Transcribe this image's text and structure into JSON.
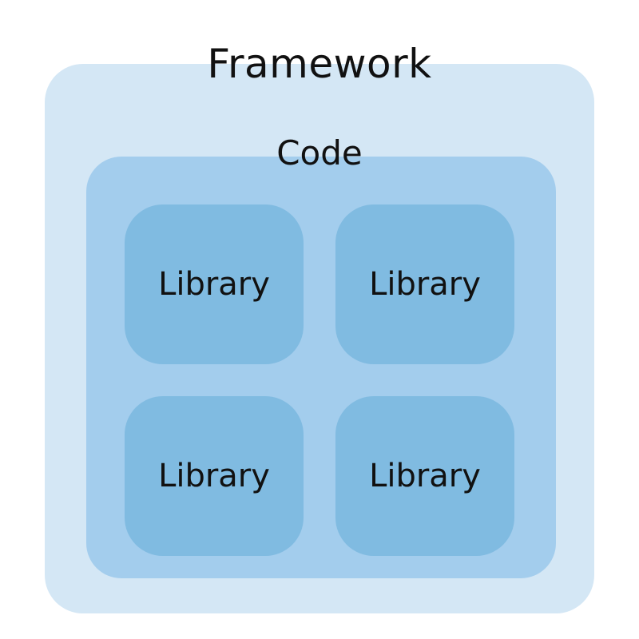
{
  "framework": {
    "label": "Framework",
    "color": "#d4e7f5"
  },
  "code": {
    "label": "Code",
    "color": "#a3cded"
  },
  "libraries": [
    {
      "label": "Library"
    },
    {
      "label": "Library"
    },
    {
      "label": "Library"
    },
    {
      "label": "Library"
    }
  ],
  "library_color": "#80bbe1"
}
